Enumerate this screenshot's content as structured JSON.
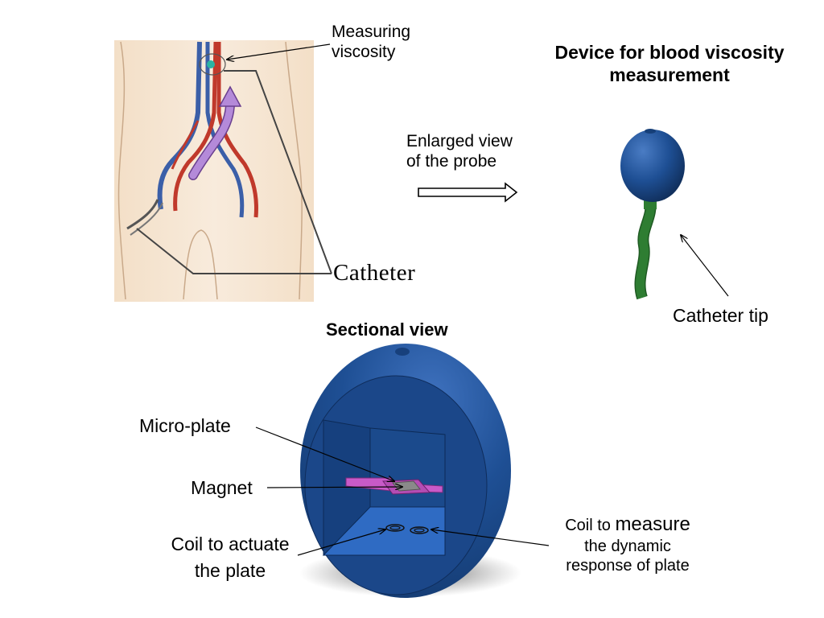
{
  "labels": {
    "measuring_line1": "Measuring",
    "measuring_line2": "viscosity",
    "title_line1": "Device for blood viscosity",
    "title_line2": "measurement",
    "enlarged_line1": "Enlarged view",
    "enlarged_line2": "of the probe",
    "catheter": "Catheter",
    "catheter_tip": "Catheter tip",
    "sectional_view": "Sectional view",
    "micro_plate": "Micro-plate",
    "magnet": "Magnet",
    "coil_actuate_line1": "Coil to actuate",
    "coil_actuate_line2": "the plate",
    "coil_measure_line1_a": "Coil to ",
    "coil_measure_line1_b": "measure",
    "coil_measure_line2": "the dynamic",
    "coil_measure_line3": "response of plate"
  },
  "colors": {
    "probe_blue": "#1e4f94",
    "probe_blue_dark": "#143a70",
    "catheter_green": "#2e7d32",
    "micro_plate_magenta": "#c85ac8",
    "magnet_gray": "#8a8a8a",
    "artery_red": "#c0392b",
    "vein_blue": "#3b5fa8",
    "flow_arrow_violet": "#b48ad9",
    "skin": "#f6e6d2"
  }
}
